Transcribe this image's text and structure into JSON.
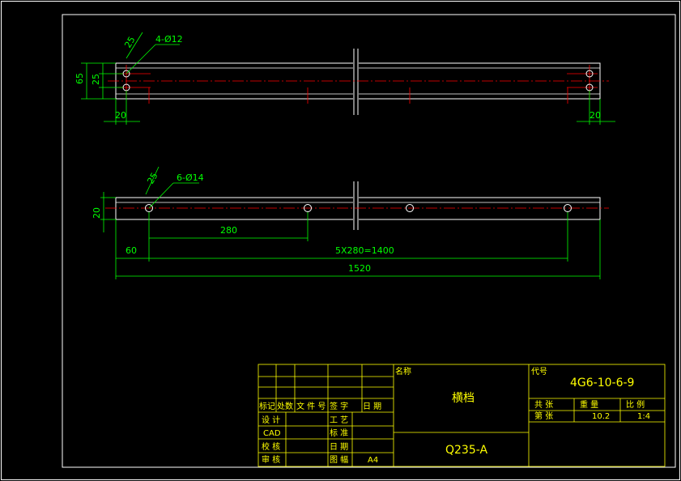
{
  "colors": {
    "background": "#000000",
    "frame": "#ffffff",
    "outline": "#ffffff",
    "centerline": "#ff0000",
    "dimension": "#00ff00",
    "titleblock_line": "#ffff00",
    "titleblock_text": "#ffff00"
  },
  "top_view": {
    "leader_angle": "25",
    "hole_callout": "4-Ø12",
    "dim_overall_height": "65",
    "dim_hole_spacing": "25",
    "dim_left_edge": "20",
    "dim_right_edge": "20"
  },
  "front_view": {
    "leader_angle": "25",
    "hole_callout": "6-Ø14",
    "dim_height": "20",
    "dim_pitch": "280",
    "dim_end_offset": "60",
    "dim_pattern": "5X280=1400",
    "dim_overall": "1520"
  },
  "title_block": {
    "headers": {
      "mark": "标记",
      "count": "处数",
      "doc_no": "文 件 号",
      "sign": "签   字",
      "date": "日   期"
    },
    "rows": {
      "design": "设 计",
      "cad": "CAD",
      "check": "校 核",
      "review": "审 核",
      "process": "工 艺",
      "standard": "标 准",
      "date": "日 期",
      "drawing_no_label": "图 幅"
    },
    "sheet_size": "A4",
    "name_label": "名称",
    "part_name": "横档",
    "material": "Q235-A",
    "code_label": "代号",
    "drawing_code": "4G6-10-6-9",
    "labels": {
      "total_sheets": "共   张",
      "sheet": "第   张",
      "weight": "重   量",
      "scale": "比   例"
    },
    "weight_value": "10.2",
    "scale_value": "1:4"
  }
}
